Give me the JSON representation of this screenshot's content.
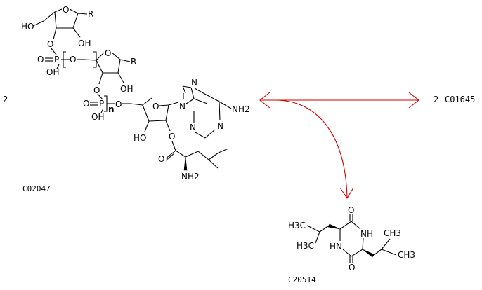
{
  "reaction": {
    "left": {
      "coefficient": "2",
      "compound_id": "C02047"
    },
    "right": {
      "coefficient": "2",
      "compound_id": "C01645"
    },
    "product": {
      "compound_id": "C20514"
    },
    "arrow_color": "#d00000"
  },
  "structure_labels": {
    "ho_top": "HO",
    "oh_top": "OH",
    "r_top": "R",
    "o_ring1": "O",
    "o_link1": "O",
    "p1": "P",
    "o_p1": "O",
    "oh_p1": "OH",
    "bracket_o": "O",
    "r_mid": "R",
    "o_ring2": "O",
    "oh_mid": "OH",
    "o_link2": "O",
    "p2": "P",
    "o_p2": "O",
    "oh_p2": "OH",
    "n_label": "n",
    "o_link3": "O",
    "o_ring3": "O",
    "ho_bottom": "HO",
    "o_ester": "O",
    "o_carbonyl": "O",
    "nh2_leu": "NH2",
    "n_adenine_9": "N",
    "n_adenine_7": "N",
    "n_adenine_1": "N",
    "n_adenine_3": "N",
    "nh2_adenine": "NH2",
    "prod_o_top": "O",
    "prod_o_bottom": "O",
    "prod_nh_top": "NH",
    "prod_hn_bottom": "HN",
    "prod_h3c_top": "H3C",
    "prod_h3c_left": "H3C",
    "prod_ch3_top": "CH3",
    "prod_ch3_right": "CH3"
  }
}
